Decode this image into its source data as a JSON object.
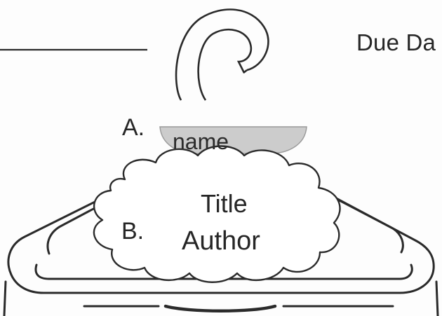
{
  "heading": {
    "due_date_label": "Due Da"
  },
  "hanger": {
    "marker_a": "A.",
    "collar_text": "name",
    "marker_b": "B.",
    "cloud_lines": [
      "Title",
      "Author"
    ]
  },
  "colors": {
    "ink": "#262626",
    "collar_fill": "#c9c9c9",
    "paper": "#fdfdfd"
  },
  "icons": [
    "hanger-hook-icon",
    "hanger-frame-icon",
    "cloud-shape-icon"
  ]
}
